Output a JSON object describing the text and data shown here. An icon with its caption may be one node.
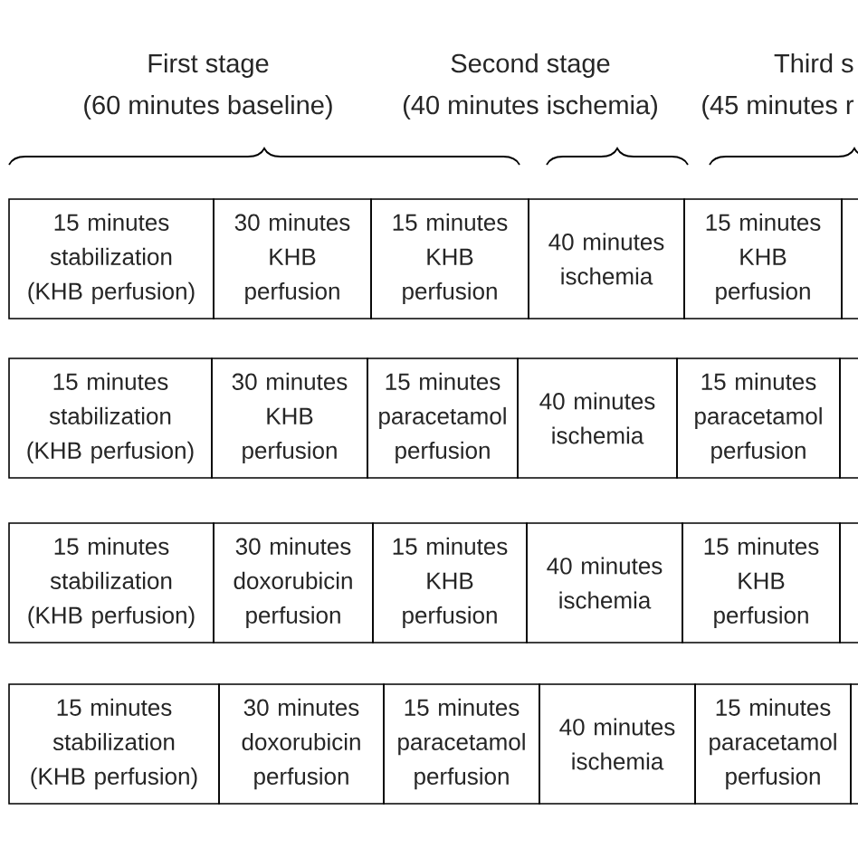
{
  "diagram": {
    "nodes": [
      {
        "text": [
          "15 minutes stabilization (KHB perfusion)"
        ]
      },
      {
        "text": [
          "30 minutes KHB perfusion"
        ]
      },
      {
        "text": [
          "15 minutes KHB perfusion"
        ]
      },
      {
        "text": [
          "40 minutes ischemia"
        ]
      },
      {
        "text": [
          "15 minutes KHB perfusion"
        ]
      },
      {
        "text": [
          "15 minutes stabilization (KHB perfusion)"
        ]
      },
      {
        "text": [
          "30 minutes KHB perfusion"
        ]
      },
      {
        "text": [
          "15 minutes paracetamol perfusion"
        ]
      },
      {
        "text": [
          "40 minutes ischemia"
        ]
      },
      {
        "text": [
          "15 minutes paracetamol perfusion"
        ]
      },
      {
        "text": [
          "15 minutes stabilization (KHB perfusion)"
        ]
      },
      {
        "text": [
          "30 minutes doxorubicin perfusion"
        ]
      },
      {
        "text": [
          "15 minutes KHB perfusion"
        ]
      },
      {
        "text": [
          "40 minutes ischemia"
        ]
      },
      {
        "text": [
          "15 minutes KHB perfusion"
        ]
      },
      {
        "text": [
          "15 minutes stabilization (KHB perfusion)"
        ]
      },
      {
        "text": [
          "30 minutes doxorubicin perfusion"
        ]
      },
      {
        "text": [
          "15 minutes paracetamol perfusion"
        ]
      },
      {
        "text": [
          "40 minutes ischemia"
        ]
      },
      {
        "text": [
          "15 minutes paracetamol perfusion"
        ]
      }
    ],
    "labels": [
      "First stage",
      "Second stage",
      "Third s",
      "(60 minutes baseline)",
      "(40 minutes ischemia)",
      "(45 minutes r"
    ]
  }
}
